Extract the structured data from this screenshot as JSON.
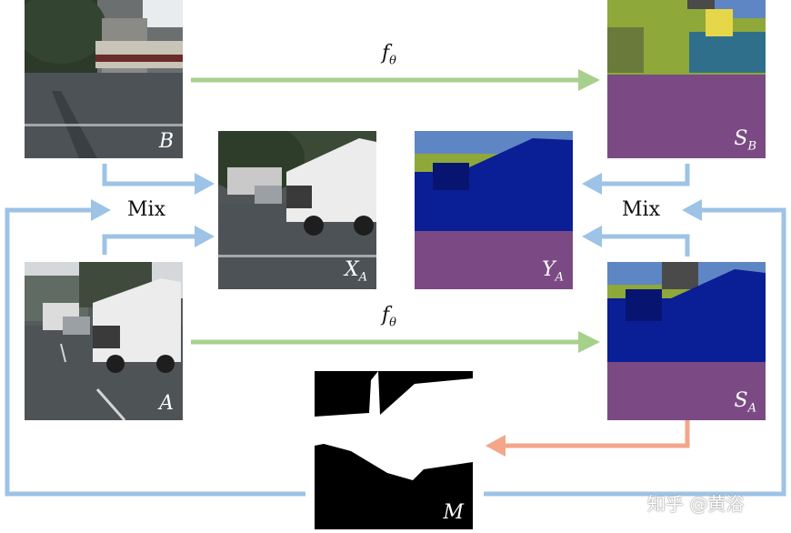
{
  "images": {
    "B": {
      "label": "B"
    },
    "A": {
      "label": "A"
    },
    "XA": {
      "label_main": "X",
      "label_sub": "A"
    },
    "YA": {
      "label_main": "Y",
      "label_sub": "A"
    },
    "SB": {
      "label_main": "S",
      "label_sub": "B"
    },
    "SA": {
      "label_main": "S",
      "label_sub": "A"
    },
    "M": {
      "label": "M"
    }
  },
  "function_labels": {
    "top": {
      "main": "f",
      "sub": "θ"
    },
    "bottom": {
      "main": "f",
      "sub": "θ"
    }
  },
  "mix_labels": {
    "left": "Mix",
    "right": "Mix"
  },
  "watermark": "知乎 @黄浴",
  "colors": {
    "green_arrow": "#a8d08d",
    "blue_arrow": "#9dc3e6",
    "red_arrow": "#f4a58a",
    "seg_purple": "#7b4a84",
    "seg_blue": "#0a1e96",
    "seg_green": "#8ea83a",
    "seg_sky": "#5f86c4",
    "seg_gray": "#4a4a4a",
    "seg_yellow": "#e6d64a"
  }
}
